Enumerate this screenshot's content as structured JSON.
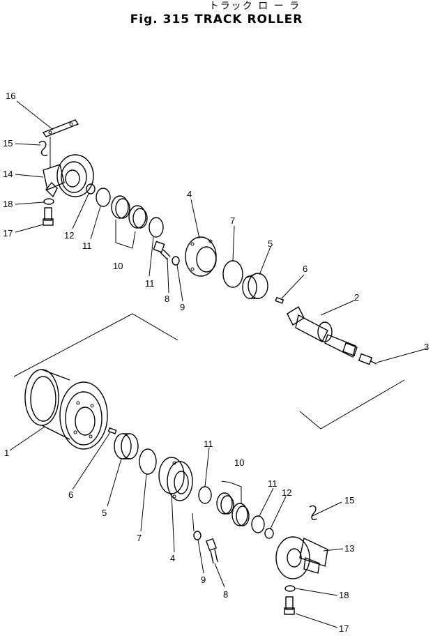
{
  "figure": {
    "caption_jp": "トラック ロ ー ラ",
    "caption_en": "Fig. 315 TRACK ROLLER"
  },
  "labels": {
    "l1": "1",
    "l2": "2",
    "l3": "3",
    "l4a": "4",
    "l4b": "4",
    "l5a": "5",
    "l5b": "5",
    "l6a": "6",
    "l6b": "6",
    "l7a": "7",
    "l7b": "7",
    "l8a": "8",
    "l8b": "8",
    "l9a": "9",
    "l9b": "9",
    "l10a": "10",
    "l10b": "10",
    "l11a": "11",
    "l11b": "11",
    "l11c": "11",
    "l11d": "11",
    "l12a": "12",
    "l12b": "12",
    "l13": "13",
    "l14": "14",
    "l15a": "15",
    "l15b": "15",
    "l16": "16",
    "l17a": "17",
    "l17b": "17",
    "l18a": "18",
    "l18b": "18"
  }
}
